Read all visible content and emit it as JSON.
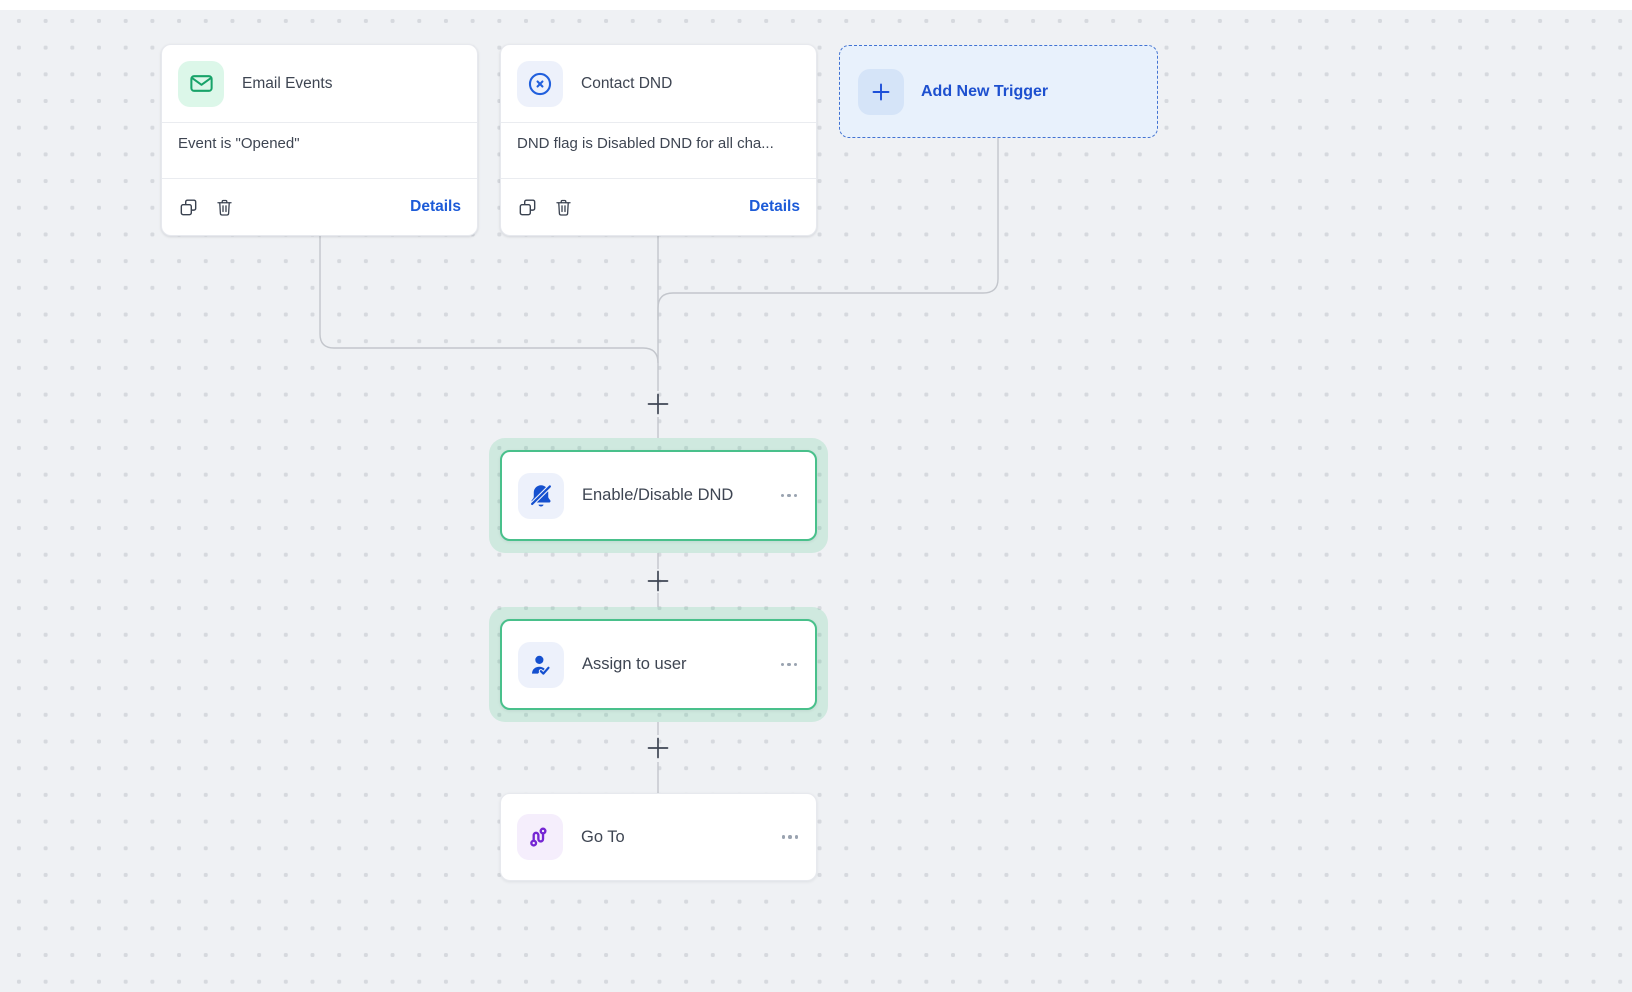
{
  "ui": {
    "details_label": "Details",
    "colors": {
      "accent_blue": "#1d5bd8",
      "selected_green": "#49c08b",
      "purple": "#7526d3",
      "canvas_bg": "#eff1f4",
      "connector": "#c3c6cc"
    }
  },
  "triggers": [
    {
      "title": "Email Events",
      "body": "Event is \"Opened\"",
      "details_label": "Details",
      "icon": "envelope-icon",
      "icon_color": "#18a369",
      "icon_bg": "#dcf7e9"
    },
    {
      "title": "Contact DND",
      "body": "DND flag is Disabled DND for all cha...",
      "details_label": "Details",
      "icon": "circle-x-icon",
      "icon_color": "#2160dd",
      "icon_bg": "#edf1fb"
    }
  ],
  "add_trigger": {
    "label": "Add New Trigger",
    "icon": "plus-icon"
  },
  "actions": [
    {
      "title": "Enable/Disable DND",
      "selected": true,
      "icon": "bell-slash-icon",
      "icon_color": "#1550cf"
    },
    {
      "title": "Assign to user",
      "selected": true,
      "icon": "user-check-icon",
      "icon_color": "#1550cf"
    },
    {
      "title": "Go To",
      "selected": false,
      "icon": "route-icon",
      "icon_color": "#7526d3"
    }
  ]
}
